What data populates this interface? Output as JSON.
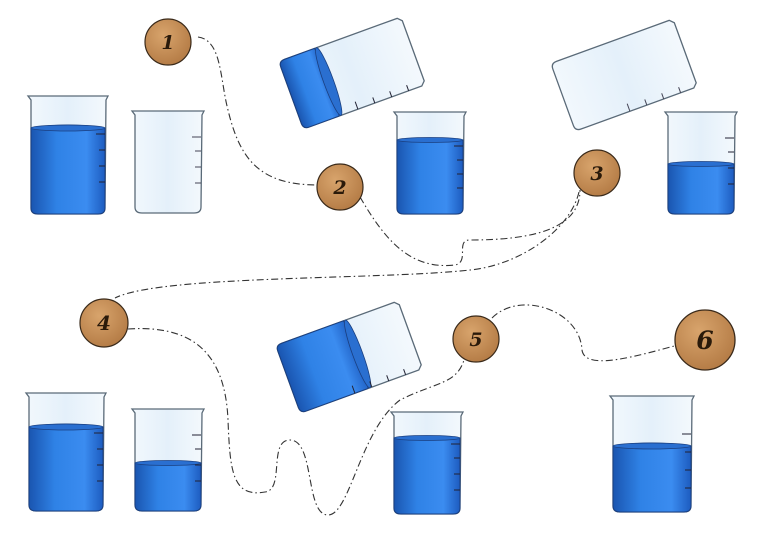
{
  "steps": [
    {
      "label": "1"
    },
    {
      "label": "2"
    },
    {
      "label": "3"
    },
    {
      "label": "4"
    },
    {
      "label": "5"
    },
    {
      "label": "6"
    }
  ],
  "colors": {
    "water": "#2a78de",
    "water_dark": "#1a55b0",
    "glass": "#eef6fc",
    "glass_stroke": "#5a6a78",
    "badge": "#c8925c",
    "badge_stroke": "#3a2a1a",
    "path": "#333333"
  },
  "icons": {
    "beaker": "beaker-icon",
    "badge": "step-badge-icon"
  }
}
